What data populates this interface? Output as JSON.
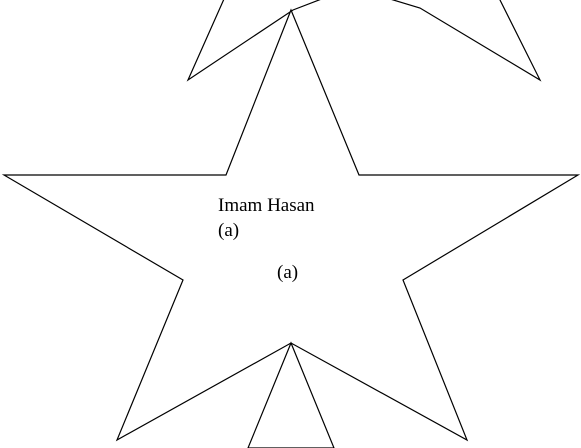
{
  "diagram": {
    "main_star": {
      "label_line1": "Imam Hasan",
      "label_line2": "(a)",
      "label_line3": "(a)"
    },
    "colors": {
      "stroke": "#000000",
      "fill": "#ffffff"
    }
  }
}
